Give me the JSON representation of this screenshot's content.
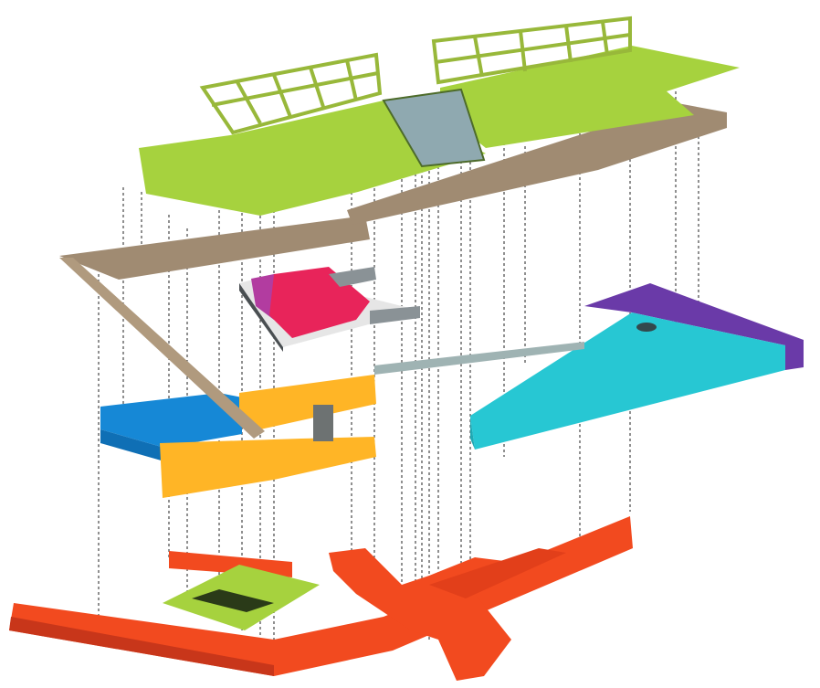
{
  "diagram": {
    "type": "exploded-axonometric",
    "layers": [
      {
        "id": "roof-trellis",
        "color": "#a8c63a"
      },
      {
        "id": "green-roof",
        "color": "#a6d23e"
      },
      {
        "id": "glass-canopy",
        "color": "#8fa9b0"
      },
      {
        "id": "timber-walkway",
        "color": "#a08b72"
      },
      {
        "id": "pink-volume",
        "color": "#e8245a"
      },
      {
        "id": "magenta-volume",
        "color": "#b23ca0"
      },
      {
        "id": "bridge",
        "color": "#9fb3b3"
      },
      {
        "id": "cyan-plaza",
        "color": "#27c7d3"
      },
      {
        "id": "purple-plaza",
        "color": "#6a3aa8"
      },
      {
        "id": "blue-volume",
        "color": "#1688d6"
      },
      {
        "id": "orange-volume",
        "color": "#ffb526"
      },
      {
        "id": "green-plate",
        "color": "#a6d23e"
      },
      {
        "id": "red-foundation",
        "color": "#f24a1f"
      }
    ],
    "projection_line_color": "#222222"
  }
}
